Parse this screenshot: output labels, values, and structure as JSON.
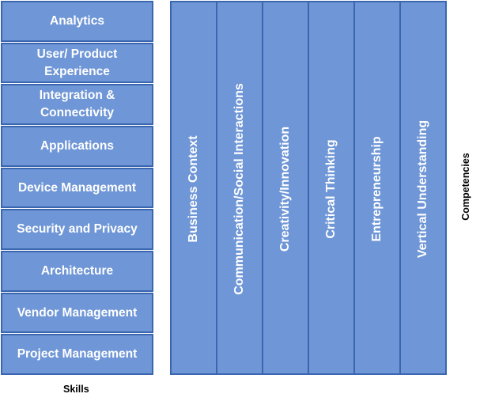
{
  "skills": {
    "label": "Skills",
    "items": [
      {
        "label": "Analytics",
        "lines": 1
      },
      {
        "label": "User/ Product Experience",
        "lines": 2
      },
      {
        "label": "Integration & Connectivity",
        "lines": 2
      },
      {
        "label": "Applications",
        "lines": 1
      },
      {
        "label": "Device Management",
        "lines": 1
      },
      {
        "label": "Security and Privacy",
        "lines": 1
      },
      {
        "label": "Architecture",
        "lines": 1
      },
      {
        "label": "Vendor Management",
        "lines": 1
      },
      {
        "label": "Project Management",
        "lines": 1
      }
    ]
  },
  "competencies": {
    "label": "Competencies",
    "items": [
      {
        "label": "Business Context"
      },
      {
        "label": "Communication/Social  Interactions"
      },
      {
        "label": "Creativity/Innovation"
      },
      {
        "label": "Critical  Thinking"
      },
      {
        "label": "Entrepreneurship"
      },
      {
        "label": "Vertical  Understanding"
      }
    ]
  },
  "colors": {
    "box_fill": "#6F96D6",
    "box_border": "#3A66B0",
    "box_text": "#ffffff",
    "label_text": "#000000"
  }
}
